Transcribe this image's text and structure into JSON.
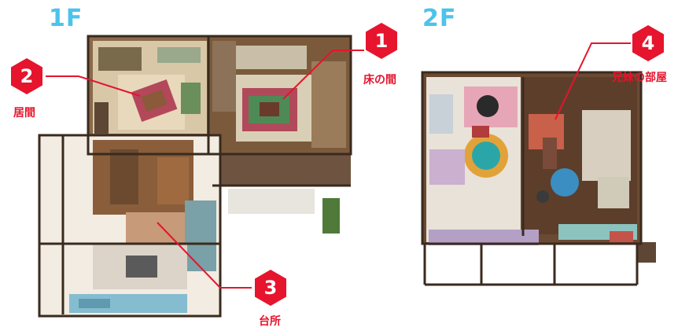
{
  "floors": {
    "first": {
      "label": "1F"
    },
    "second": {
      "label": "2F"
    }
  },
  "callouts": [
    {
      "number": "1",
      "label": "床の間"
    },
    {
      "number": "2",
      "label": "居間"
    },
    {
      "number": "3",
      "label": "台所"
    },
    {
      "number": "4",
      "label": "兄妹の部屋"
    }
  ],
  "colors": {
    "accent": "#e6142d",
    "floor_label": "#4cc3ea"
  },
  "icons": [
    "hexagon-marker-icon"
  ]
}
